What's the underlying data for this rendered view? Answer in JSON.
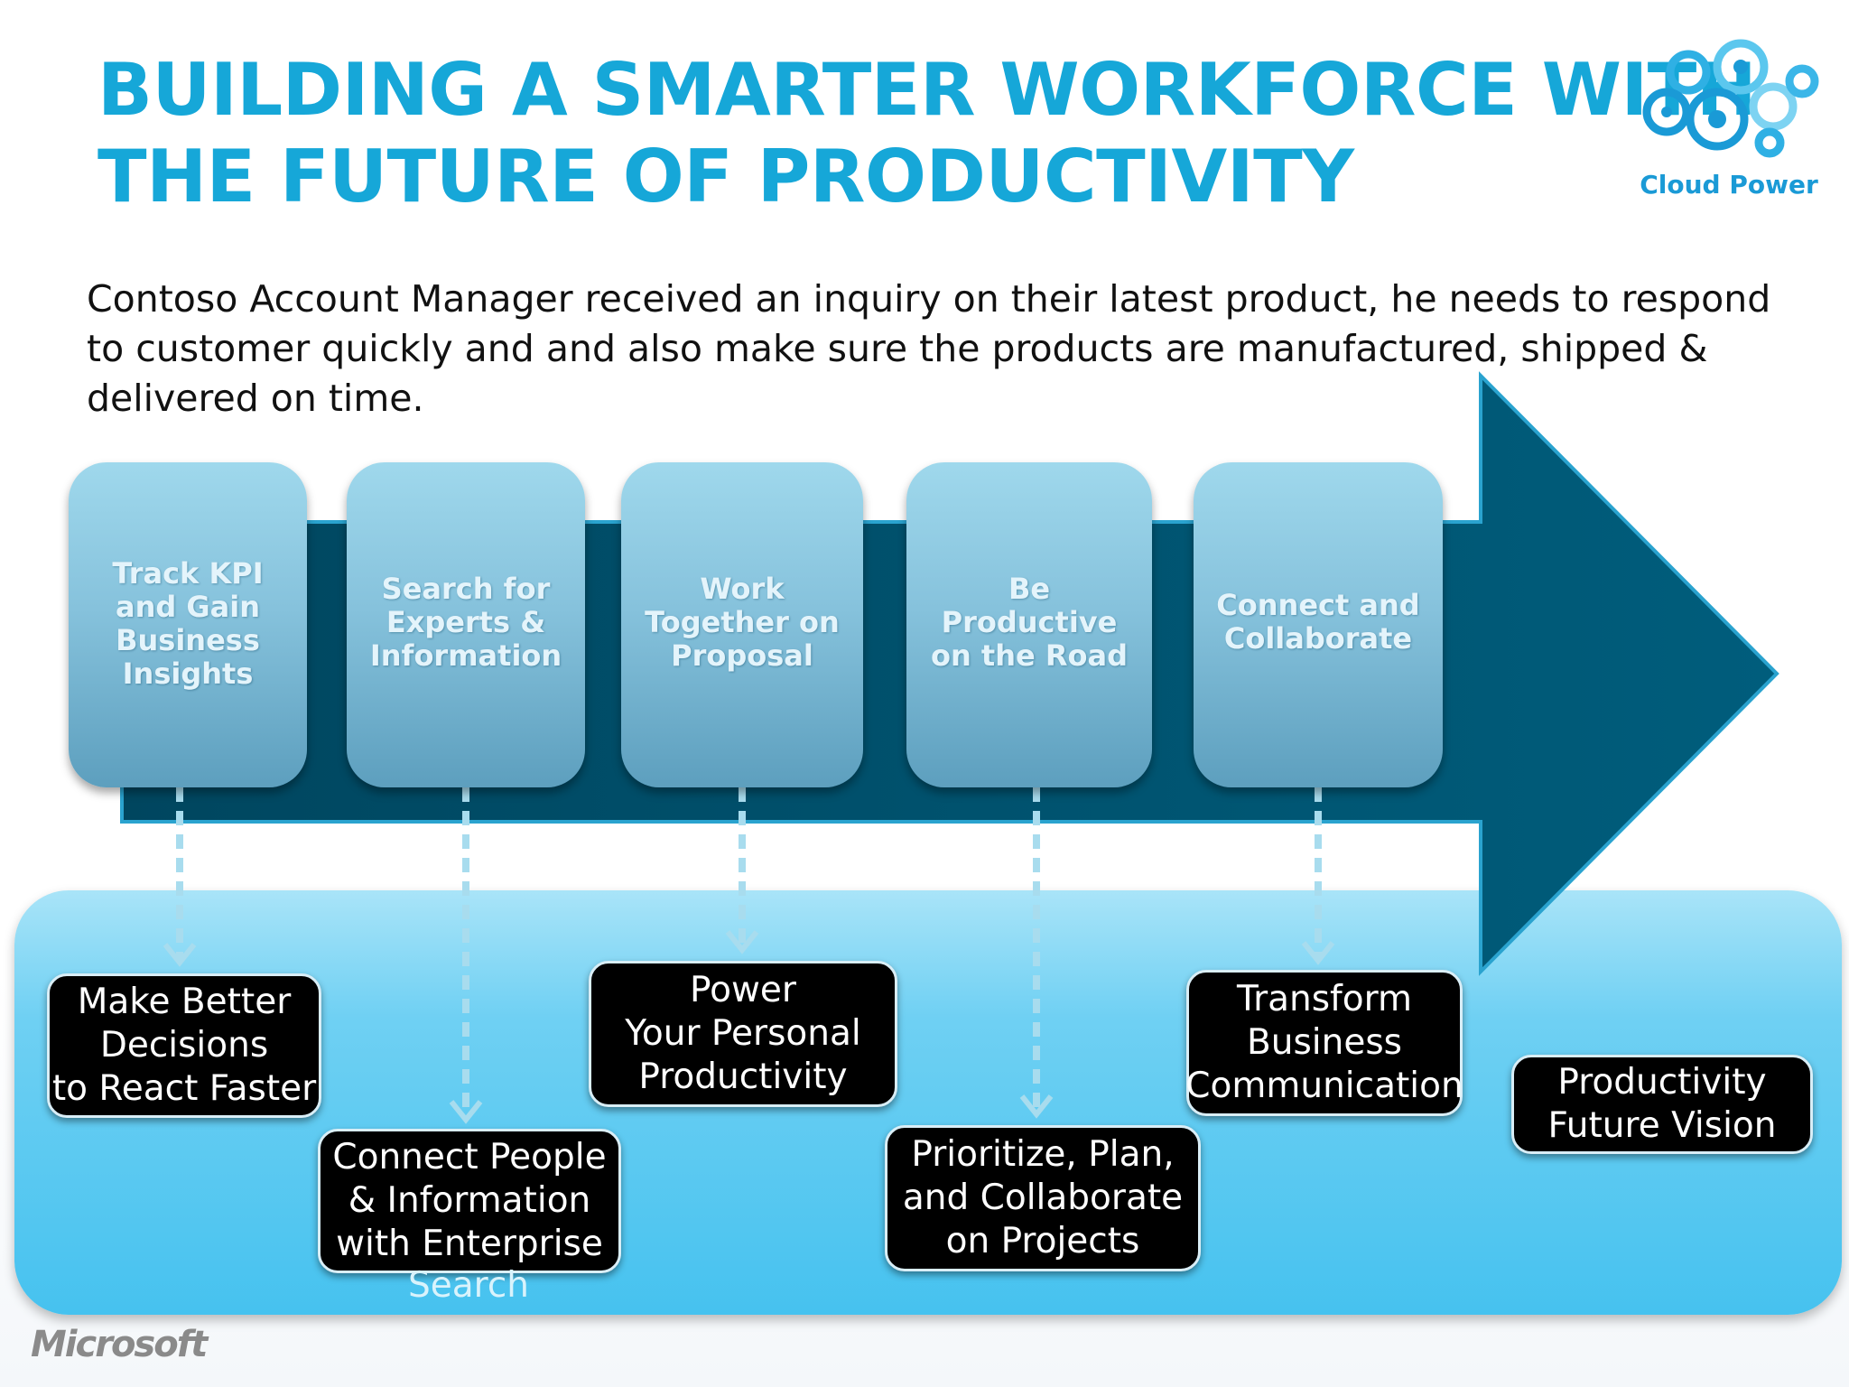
{
  "title": {
    "line1": "BUILDING A SMARTER WORKFORCE WITH",
    "line2": "THE FUTURE OF PRODUCTIVITY"
  },
  "logo": {
    "text": "Cloud Power",
    "icon": "cloud-power-gears-icon",
    "color": "#1a9ad6"
  },
  "intro": "Contoso Account Manager received an inquiry on their latest product, he needs to respond to customer quickly and and also make sure the products are manufactured, shipped & delivered on time.",
  "steps": [
    {
      "label": "Track KPI\nand Gain\nBusiness\nInsights"
    },
    {
      "label": "Search for\nExperts &\nInformation"
    },
    {
      "label": "Work\nTogether on\nProposal"
    },
    {
      "label": "Be\nProductive\non the Road"
    },
    {
      "label": "Connect and\nCollaborate"
    }
  ],
  "outcomes": [
    {
      "label": "Make Better\nDecisions\nto React Faster"
    },
    {
      "label": "Connect People\n& Information\nwith Enterprise"
    },
    {
      "label": "Power\nYour Personal\nProductivity"
    },
    {
      "label": "Prioritize, Plan,\nand Collaborate\non Projects"
    },
    {
      "label": "Transform\nBusiness\nCommunication"
    },
    {
      "label": "Productivity\nFuture Vision"
    }
  ],
  "overflow_text": "Search",
  "footer": {
    "brand": "Microsoft"
  },
  "colors": {
    "title": "#16a7d8",
    "arrow": "#005470",
    "arrow_edge": "#2aa3cf",
    "step_top": "#9fd8ec",
    "step_bottom": "#5d9fbe",
    "band": "#46c2ef",
    "outcome_bg": "#000000",
    "connector": "#a8dcee"
  }
}
